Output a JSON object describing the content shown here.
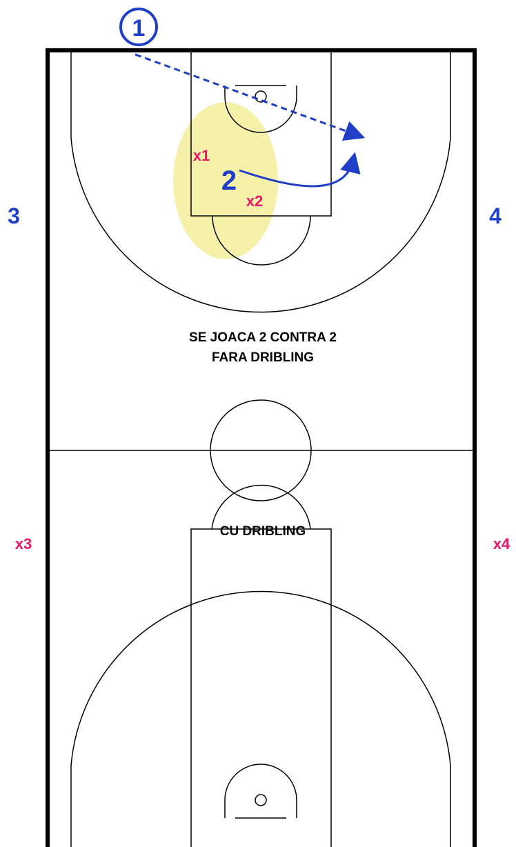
{
  "court": {
    "line_color": "#000000",
    "background": "#ffffff"
  },
  "highlight": {
    "color": "#f3ef9c"
  },
  "players": {
    "offense_color": "#1f3fc6",
    "defense_color": "#e8196a",
    "p1": "1",
    "p2": "2",
    "p3": "3",
    "p4": "4",
    "x1": "x1",
    "x2": "x2",
    "x3": "x3",
    "x4": "x4"
  },
  "actions": {
    "pass": {
      "from": "1",
      "style": "dashed",
      "icon": "arrow-icon"
    },
    "cut": {
      "from": "2",
      "style": "solid",
      "icon": "arrow-icon"
    }
  },
  "text": {
    "line1": "SE JOACA 2 CONTRA 2",
    "line2": "FARA DRIBLING",
    "line3": "CU DRIBLING"
  }
}
